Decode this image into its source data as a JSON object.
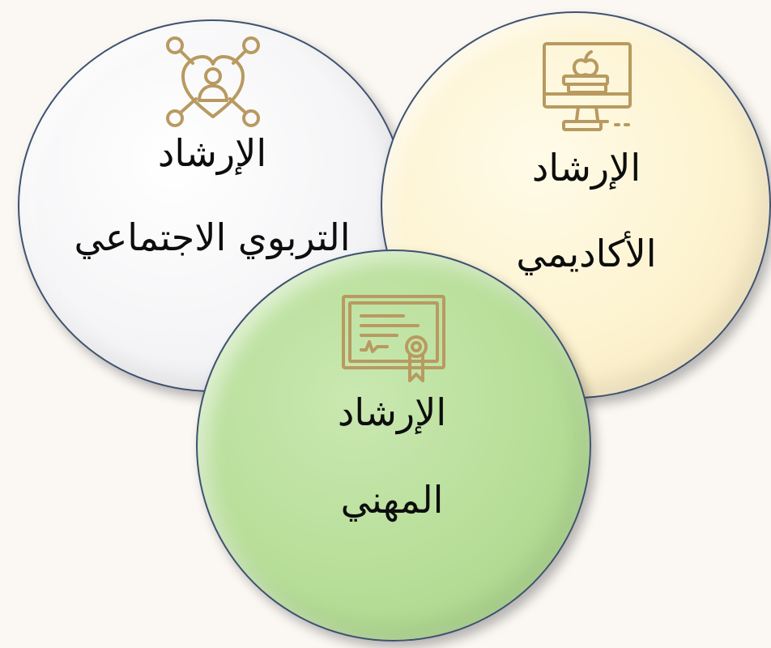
{
  "nodes": {
    "social": {
      "title": "الإرشاد",
      "subtitle": "التربوي الاجتماعي",
      "icon": "social-heart-network-icon",
      "fill": "#f5f5f7"
    },
    "academic": {
      "title": "الإرشاد",
      "subtitle": "الأكاديمي",
      "icon": "computer-apple-books-icon",
      "fill": "#fdf3d0"
    },
    "career": {
      "title": "الإرشاد",
      "subtitle": "المهني",
      "icon": "certificate-icon",
      "fill": "#b7de98"
    }
  },
  "colors": {
    "icon_gold": "#b89a60",
    "circle_outline": "#3f5270",
    "background": "#fbf8f4"
  }
}
